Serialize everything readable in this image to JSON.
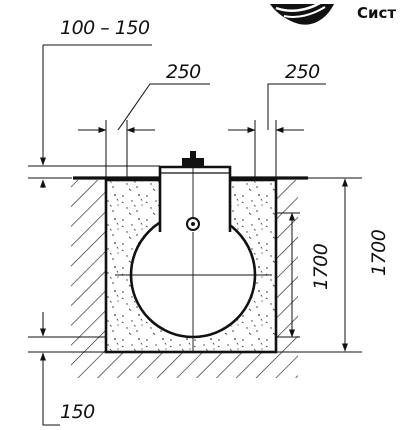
{
  "brand": {
    "text": "Сист"
  },
  "dimensions": {
    "depth_range": "100 – 150",
    "side_gap_left": "250",
    "side_gap_right": "250",
    "tank_height": "1700",
    "pit_depth": "1700",
    "base_layer": "150"
  }
}
